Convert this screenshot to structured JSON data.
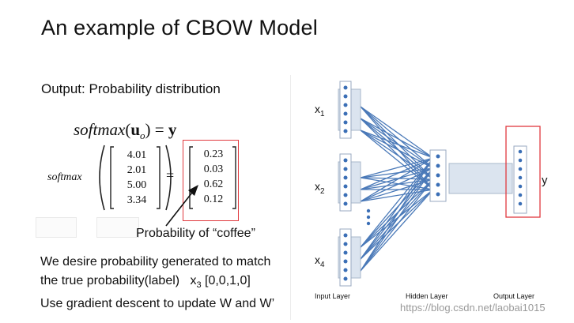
{
  "title": "An example of CBOW Model",
  "left": {
    "output_label": "Output: Probability distribution",
    "equation_top": {
      "func": "softmax",
      "arg": "u",
      "sub": "o",
      "rhs": "y"
    },
    "softmax_word": "softmax",
    "input_vector": [
      "4.01",
      "2.01",
      "5.00",
      "3.34"
    ],
    "output_vector": [
      "0.23",
      "0.03",
      "0.62",
      "0.12"
    ],
    "annotation": "Probability of “coffee”",
    "lines": [
      "We desire probability generated to match",
      "the true probability(label)",
      "[0,0,1,0]",
      "Use gradient descent to update W and W’"
    ],
    "label_var": {
      "base": "x",
      "sub": "3"
    }
  },
  "diagram": {
    "inputs": [
      {
        "base": "x",
        "sub": "1"
      },
      {
        "base": "x",
        "sub": "2"
      },
      {
        "base": "x",
        "sub": "4"
      }
    ],
    "output_label": "y",
    "captions": {
      "input": "Input Layer",
      "hidden": "Hidden Layer",
      "output": "Output Layer"
    }
  },
  "watermark": "https://blog.csdn.net/laobai1015",
  "colors": {
    "accent": "#e0393e",
    "node": "#3b6fb6",
    "edge": "#4a79b8",
    "box_fill": "#dbe4ef"
  }
}
